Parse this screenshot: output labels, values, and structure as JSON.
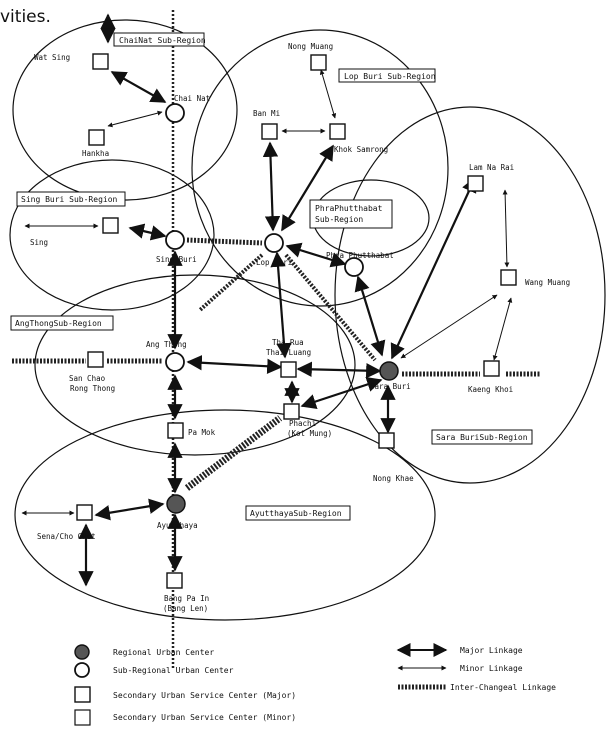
{
  "header_text": "vities.",
  "colors": {
    "ink": "#111111",
    "background": "#ffffff",
    "regional_fill": "#555555"
  },
  "regions": {
    "chainat": "ChaiNat Sub-Region",
    "lopburi": "Lop Buri Sub-Region",
    "phraphutthabat": [
      "PhraPhutthabat",
      "Sub-Region"
    ],
    "singburi": "Sing Buri Sub-Region",
    "angthong": "AngThongSub-Region",
    "saraburi": "Sara BuriSub-Region",
    "ayutthaya": "AyutthayaSub-Region"
  },
  "nodes": {
    "wat_sing": "Wat Sing",
    "chai_nat": "Chai Nat",
    "hankha": "Hankha",
    "nong_muang": "Nong Muang",
    "ban_mi": "Ban Mi",
    "khok_samrong": "Khok Samrong",
    "sing": "Sing",
    "sing_buri": "Sing Buri",
    "lop_buri": "Lop Buri",
    "phra_phutthabat": "Phra Phutthabat",
    "lam_na_rai": "Lam Na Rai",
    "wang_muang": "Wang Muang",
    "ang_thong": "Ang Thong",
    "tha_rua": [
      "Tha Rua",
      "Thai Luang"
    ],
    "san_chao": [
      "San Chao",
      "Rong Thong"
    ],
    "sara_buri": "Sara Buri",
    "kaeng_khoi": "Kaeng Khoi",
    "phachi": [
      "Phachi",
      "(Kot Mung)"
    ],
    "pa_mok": "Pa Mok",
    "nong_khae": "Nong Khae",
    "ayutthaya": "Ayutthaya",
    "sena": "Sena/Cho Chet",
    "bang_pa_in": [
      "Bang Pa In",
      "(Bang Len)"
    ]
  },
  "legend": {
    "regional": "Regional Urban Center",
    "subregional": "Sub-Regional Urban Center",
    "secondary_major": "Secondary Urban Service Center (Major)",
    "secondary_minor": "Secondary Urban Service Center (Minor)",
    "major_linkage": "Major Linkage",
    "minor_linkage": "Minor Linkage",
    "interchange": "Inter-Changeal Linkage"
  }
}
